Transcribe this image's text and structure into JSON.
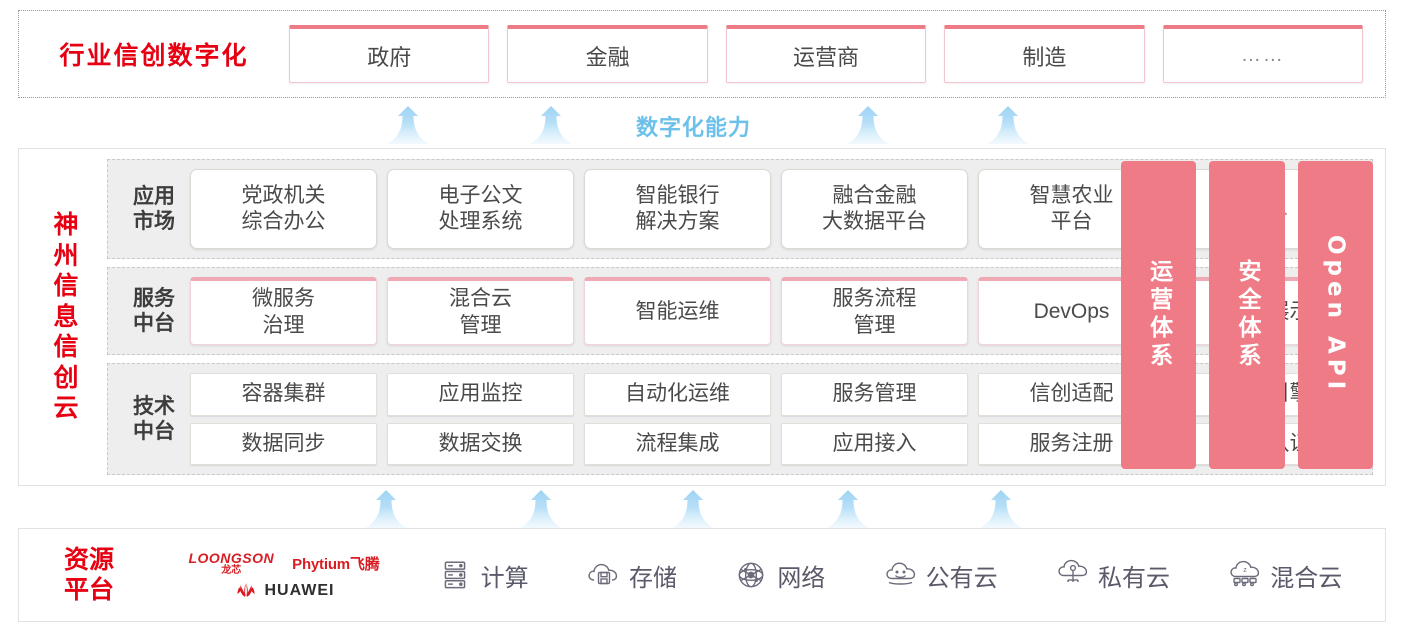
{
  "industry": {
    "title": "行业信创数字化",
    "boxes": [
      {
        "label": "政府"
      },
      {
        "label": "金融"
      },
      {
        "label": "运营商"
      },
      {
        "label": "制造"
      },
      {
        "label": "……"
      }
    ]
  },
  "capability_label": "数字化能力",
  "cloud": {
    "title_chars": [
      "神",
      "州",
      "信",
      "息",
      "信",
      "创",
      "云"
    ],
    "layers": [
      {
        "label": "应用\n市场",
        "label_lines": [
          "应用",
          "市场"
        ],
        "rows": [
          [
            "党政机关\n综合办公",
            "电子公文\n处理系统",
            "智能银行\n解决方案",
            "融合金融\n大数据平台",
            "智慧农业\n平台",
            "……"
          ]
        ]
      },
      {
        "label_lines": [
          "服务",
          "中台"
        ],
        "rows": [
          [
            "微服务\n治理",
            "混合云\n管理",
            "智能运维",
            "服务流程\n管理",
            "DevOps",
            "大屏展示"
          ]
        ]
      },
      {
        "label_lines": [
          "技术",
          "中台"
        ],
        "rows": [
          [
            "容器集群",
            "应用监控",
            "自动化运维",
            "服务管理",
            "信创适配",
            "流程引擎"
          ],
          [
            "数据同步",
            "数据交换",
            "流程集成",
            "应用接入",
            "服务注册",
            "统一认证"
          ]
        ]
      }
    ],
    "pillars": [
      {
        "label": "运营体系",
        "latin": false
      },
      {
        "label": "安全体系",
        "latin": false
      },
      {
        "label": "Open API",
        "latin": true
      }
    ]
  },
  "resource": {
    "title_lines": [
      "资源",
      "平台"
    ],
    "vendors": [
      {
        "name": "LOONGSON",
        "cn": "龙芯",
        "type": "loongson"
      },
      {
        "name": "Phytium飞腾",
        "type": "phytium"
      },
      {
        "name": "HUAWEI",
        "type": "huawei"
      }
    ],
    "items": [
      {
        "label": "计算",
        "icon": "server-icon"
      },
      {
        "label": "存储",
        "icon": "cloud-storage-icon"
      },
      {
        "label": "网络",
        "icon": "network-mesh-icon"
      },
      {
        "label": "公有云",
        "icon": "public-cloud-icon"
      },
      {
        "label": "私有云",
        "icon": "private-cloud-icon"
      },
      {
        "label": "混合云",
        "icon": "hybrid-cloud-icon"
      }
    ]
  },
  "colors": {
    "brand_red": "#e60012",
    "pillar_pink": "#ef7b86",
    "accent_blue": "#6cc0ea",
    "row_bg": "#eeeeee"
  },
  "arrows": {
    "top_count": 4,
    "bottom_count": 5
  }
}
